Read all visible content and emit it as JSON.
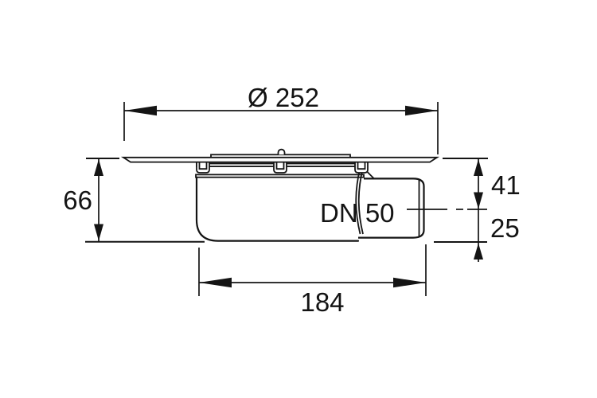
{
  "drawing": {
    "background_color": "#ffffff",
    "line_color": "#141414",
    "labels": {
      "diameter": "Ø 252",
      "height": "66",
      "outlet_top": "41",
      "outlet_bottom": "25",
      "length": "184",
      "outlet_size": "DN 50"
    }
  }
}
